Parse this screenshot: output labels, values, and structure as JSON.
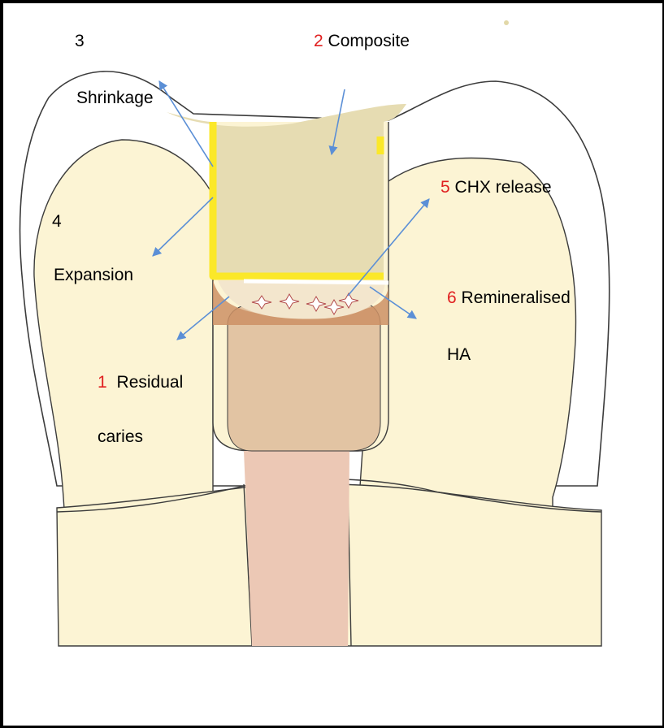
{
  "colors": {
    "enamel": "#fcf4d4",
    "composite": "#e6dcb2",
    "liner": "#fbe829",
    "dentine_core": "#e2c4a3",
    "caries": "#cd9165",
    "pulp": "#ecc8b5",
    "arrow": "#5b8fd6",
    "outline": "#3c3c3c",
    "number_red": "#e02020"
  },
  "labels": {
    "shrinkage": {
      "number": "3",
      "text": "Shrinkage"
    },
    "composite": {
      "number": "2",
      "text": "Composite"
    },
    "chx": {
      "number": "5",
      "text": "CHX release"
    },
    "expansion": {
      "number": "4",
      "text": "Expansion"
    },
    "remineralised": {
      "number": "6",
      "line1": "Remineralised",
      "line2": "HA"
    },
    "residual": {
      "number": "1",
      "line1": "Residual",
      "line2": "caries"
    }
  },
  "icons": [
    "arrow-icon",
    "star-icon"
  ]
}
